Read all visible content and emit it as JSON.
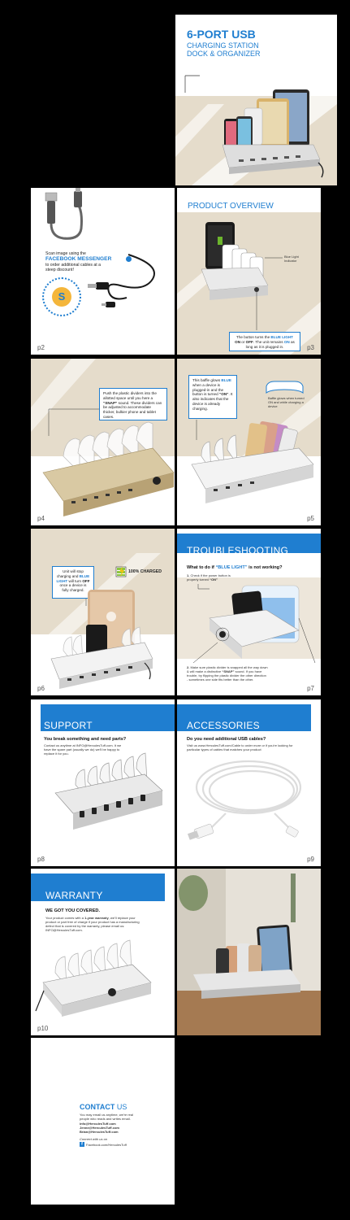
{
  "cover": {
    "title_line1": "6-PORT USB",
    "title_line2": "CHARGING STATION",
    "title_line3": "DOCK & ORGANIZER"
  },
  "page2": {
    "scan_text_1": "Scan image using the",
    "messenger": "FACEBOOK MESSENGER",
    "scan_text_2": "to order additional cables at a",
    "scan_text_3": "steep discount!",
    "code_letter": "S",
    "page_number": "p2"
  },
  "page3": {
    "title": "PRODUCT OVERVIEW",
    "indicator_label": "Blue Light Indicator",
    "button_text_1": "The button turns the",
    "blue_light": "BLUE LIGHT",
    "button_text_on": "ON",
    "button_text_or": "or",
    "button_text_off": "OFF",
    "button_text_2": ". The unit remains",
    "button_text_3": "as long as it is plugged in.",
    "page_number": "p3"
  },
  "page4": {
    "callout_1": "Push the plastic dividers into the allotted space until you here a",
    "callout_snap": "“SNAP”",
    "callout_2": "sound. These dividers can be adjusted to accommodate thicker, bulkier phone and tablet cases.",
    "page_number": "p4"
  },
  "page5": {
    "callout_1": "This baffle glows",
    "callout_blue": "BLUE",
    "callout_2": "when a device is plugged-in and the button is turned",
    "callout_on": "“ON”",
    "callout_3": ". It also indicates that the device is already charging.",
    "baffle_caption": "Baffle glows when turned ON and while charging a device",
    "page_number": "p5"
  },
  "page6": {
    "callout_1": "Unit will stop charging and",
    "callout_blue": "BLUE LIGHT",
    "callout_2": "will turn",
    "callout_off": "OFF",
    "callout_3": "once a device is fully charged.",
    "charged_label": "100% CHARGED",
    "page_number": "p6"
  },
  "page7": {
    "title": "TROUBLESHOOTING",
    "question_1": "What to do if",
    "question_blue": "“BLUE LIGHT”",
    "question_2": "is not working?",
    "step1_num": "1.",
    "step1_a": "Check if the power button is",
    "step1_b": "properly turned",
    "step1_on": "“ON”",
    "step2_num": "2.",
    "step2_a": "Make sure plastic divider is snapped all the way down & will make a distinctive",
    "step2_snap": "“SNAP”",
    "step2_b": "sound. If you have trouble, try flipping the plastic divider the other direction - sometimes one side fits better than the other.",
    "page_number": "p7"
  },
  "page8": {
    "title": "SUPPORT",
    "heading": "You break something and need parts?",
    "body": "Contact us anytime at INFO@HerculesTuff.com. It we have the spare part (usually we do) we'll be happy to replace it for you.",
    "page_number": "p8"
  },
  "page9": {
    "title": "ACCESSORIES",
    "heading": "Do you need additional USB cables?",
    "body": "Visit us www.HerculesTuff.com/Cable to order more or if you're looking for particular types of cables that matches your product",
    "page_number": "p9"
  },
  "page10": {
    "title": "WARRANTY",
    "heading": "WE GOT YOU COVERED.",
    "body_1": "Your product comes with a",
    "body_bold": "1-year warranty",
    "body_2": ", we'll replace your product or part free of charge if your product has a manufacturing defect that is covered by the warranty, please email us: INFO@HerculesTuff.com.",
    "page_number": "p10"
  },
  "contact": {
    "title_bold": "CONTACT",
    "title_rest": " US",
    "body": "You may email us anytime, we're real people who reads and writes email.",
    "email_1": "info@HerculesTuff.com",
    "email_2": "Jenne@HerculesTuff.com",
    "email_3": "Brian@HerculesTuff.com",
    "connect": "Connect with us on",
    "facebook": "Facebook.com/HerculesTuff"
  },
  "colors": {
    "accent_blue": "#1f7ed0",
    "beige": "#e5dccb",
    "background": "#000000"
  }
}
